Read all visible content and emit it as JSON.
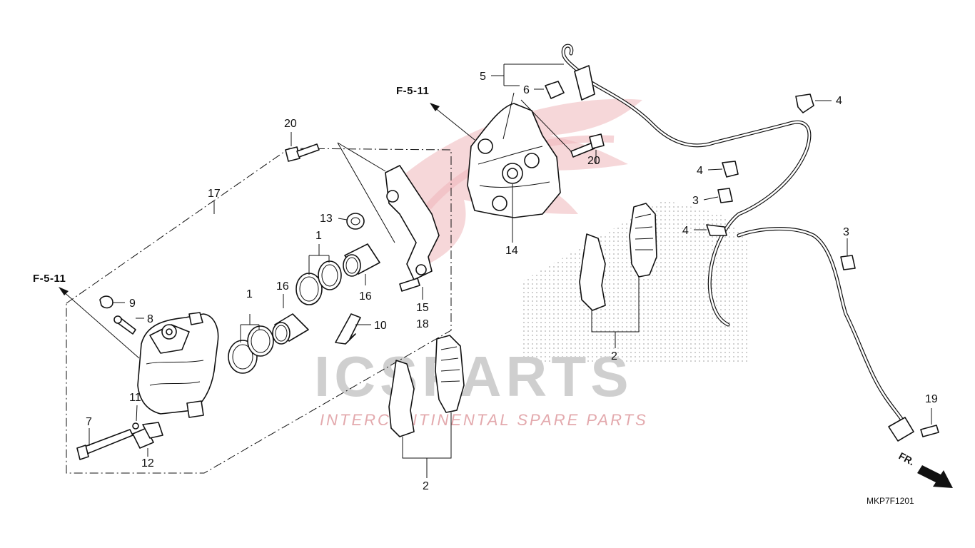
{
  "watermark": {
    "brand": "ICSPARTS",
    "tagline": "INTERCONTINENTAL SPARE PARTS",
    "brand_color": "#d9a3a6",
    "brand_gray": "#c8c8c8"
  },
  "diagram": {
    "ref_left": "F-5-11",
    "ref_top": "F-5-11",
    "direction": "FR.",
    "code": "MKP7F1201"
  },
  "callouts": {
    "p1a": "1",
    "p1b": "1",
    "p2a": "2",
    "p2b": "2",
    "p3a": "3",
    "p3b": "3",
    "p4a": "4",
    "p4b": "4",
    "p4c": "4",
    "p5": "5",
    "p6": "6",
    "p7": "7",
    "p8": "8",
    "p9": "9",
    "p10": "10",
    "p11": "11",
    "p12": "12",
    "p13": "13",
    "p14": "14",
    "p15": "15",
    "p16a": "16",
    "p16b": "16",
    "p17": "17",
    "p18": "18",
    "p19": "19",
    "p20a": "20",
    "p20b": "20"
  },
  "colors": {
    "line": "#111111",
    "dots": "#b5b5b5"
  }
}
